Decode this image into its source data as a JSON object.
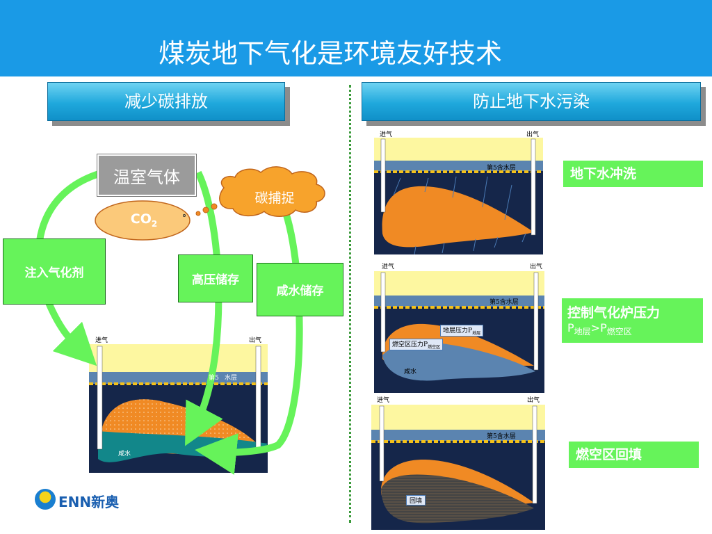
{
  "title": "煤炭地下气化是环境友好技术",
  "left_section": "减少碳排放",
  "right_section": "防止地下水污染",
  "left": {
    "greenhouse": "温室气体",
    "co2": "CO",
    "co2_sub": "2",
    "capture": "碳捕捉",
    "inject": "注入气化剂",
    "high_pressure": "高压储存",
    "saline": "咸水储存"
  },
  "diagram_labels": {
    "inlet": "进气",
    "outlet": "出气",
    "aquifer": "第5含水层",
    "aquifer_partial_a": "第5",
    "aquifer_partial_b": "水层",
    "brine": "咸水",
    "strata_pressure": "地层压力P",
    "strata_sub": "地层",
    "burnt_pressure": "燃空区压力P",
    "burnt_sub": "燃空区",
    "backfill": "回填"
  },
  "right": {
    "flush": "地下水冲洗",
    "control": "控制气化炉压力",
    "p1": "P",
    "p1_sub": "地层",
    "gt": ">",
    "p2": "P",
    "p2_sub": "燃空区",
    "backfill_box": "燃空区回填"
  },
  "logo": "ENN新奥",
  "colors": {
    "header": "#1a9ae6",
    "green": "#66f35a",
    "orange": "#f08a24",
    "navy": "#15264a",
    "yellow": "#fdf7a0",
    "aquifer": "#5b84b0",
    "teal": "#12878a"
  }
}
